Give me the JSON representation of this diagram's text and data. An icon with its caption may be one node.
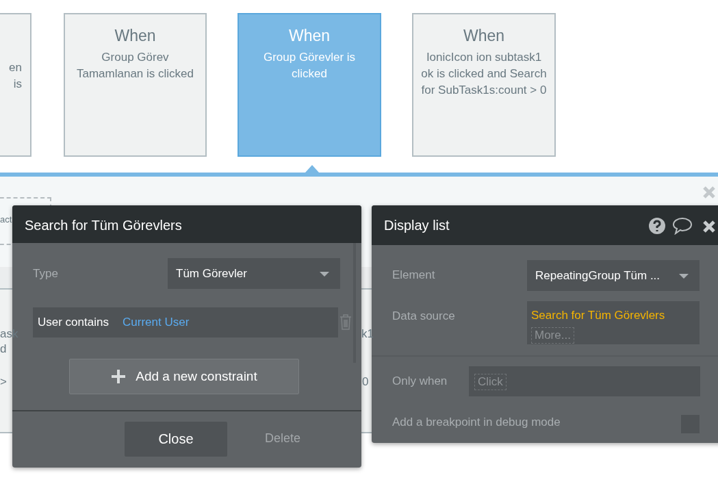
{
  "diagram": {
    "nodes": [
      {
        "text": [
          "en is"
        ]
      },
      {
        "text": [
          "When",
          "Group Görev Tamamlanan is clicked"
        ]
      },
      {
        "text": [
          "When",
          "Group Görevler is clicked"
        ]
      },
      {
        "text": [
          "When",
          "IonicIcon ion subtask1 ok is clicked and Search for SubTask1s:count > 0"
        ]
      },
      {
        "text": [
          "act"
        ]
      },
      {
        "text": [
          "Search for Tüm Görevlers"
        ]
      },
      {
        "text": [
          "Display list"
        ]
      }
    ],
    "edges": [],
    "labels": [
      "ask",
      "d",
      ">",
      "k1",
      "0",
      "Type",
      "Tüm Görevler",
      "User contains",
      "Current User",
      "Add a new constraint",
      "Close",
      "Delete",
      "Element",
      "RepeatingGroup Tüm ...",
      "Data source",
      "Search for Tüm Görevlers",
      "More...",
      "Only when",
      "Click",
      "Add a breakpoint in debug mode"
    ]
  }
}
